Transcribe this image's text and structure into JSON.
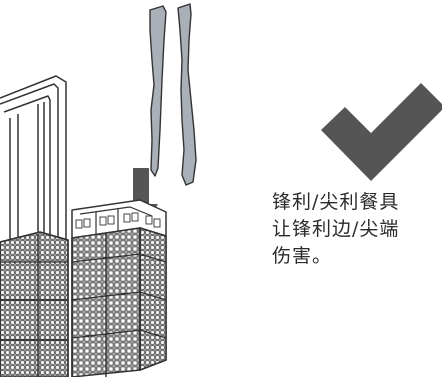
{
  "caption": {
    "lines": [
      "锋利/尖利餐具",
      "让锋利边/尖端",
      "伤害。"
    ]
  },
  "colors": {
    "line_art": "#333333",
    "cutlery_fill": "#a9b0b7",
    "arrow": "#555555",
    "check_mark": "#555555",
    "text": "#2b2b2b"
  },
  "icons": {
    "check": "check-mark-icon",
    "arrow": "down-arrow-icon"
  }
}
